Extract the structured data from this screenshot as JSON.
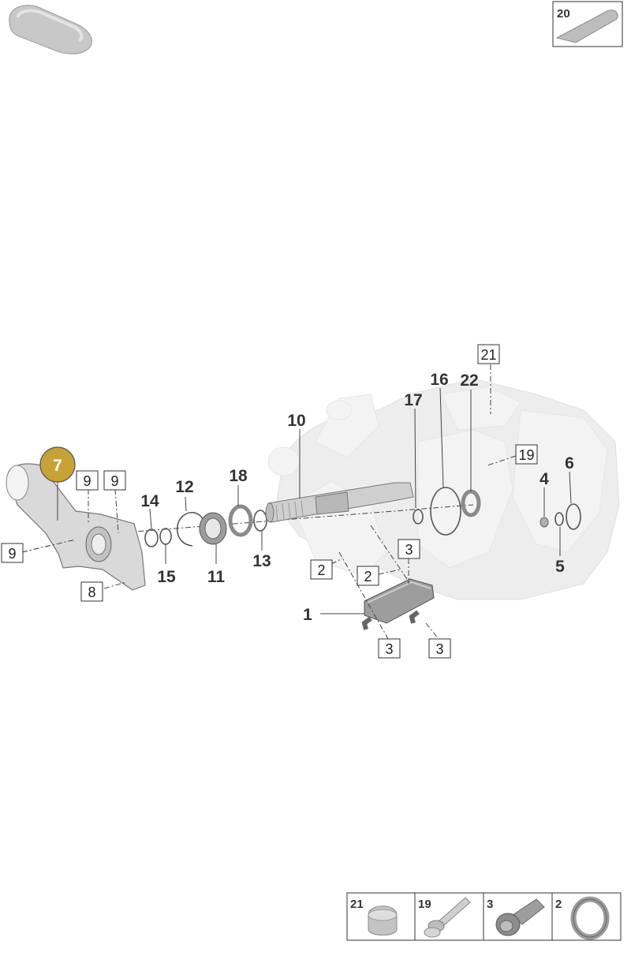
{
  "callouts": {
    "c1": "1",
    "c2a": "2",
    "c2b": "2",
    "c3a": "3",
    "c3b": "3",
    "c3c": "3",
    "c4": "4",
    "c5": "5",
    "c6": "6",
    "c7": "7",
    "c8": "8",
    "c9a": "9",
    "c9b": "9",
    "c9c": "9",
    "c10": "10",
    "c11": "11",
    "c12": "12",
    "c13": "13",
    "c14": "14",
    "c15": "15",
    "c16": "16",
    "c17": "17",
    "c18": "18",
    "c19": "19",
    "c20": "20",
    "c21": "21",
    "c22": "22"
  },
  "legend": {
    "items": [
      {
        "number": "21",
        "icon": "cap-icon"
      },
      {
        "number": "19",
        "icon": "bolt-icon"
      },
      {
        "number": "3",
        "icon": "screw-icon"
      },
      {
        "number": "2",
        "icon": "o-ring-icon"
      }
    ]
  },
  "highlight_color": "#c9a236"
}
